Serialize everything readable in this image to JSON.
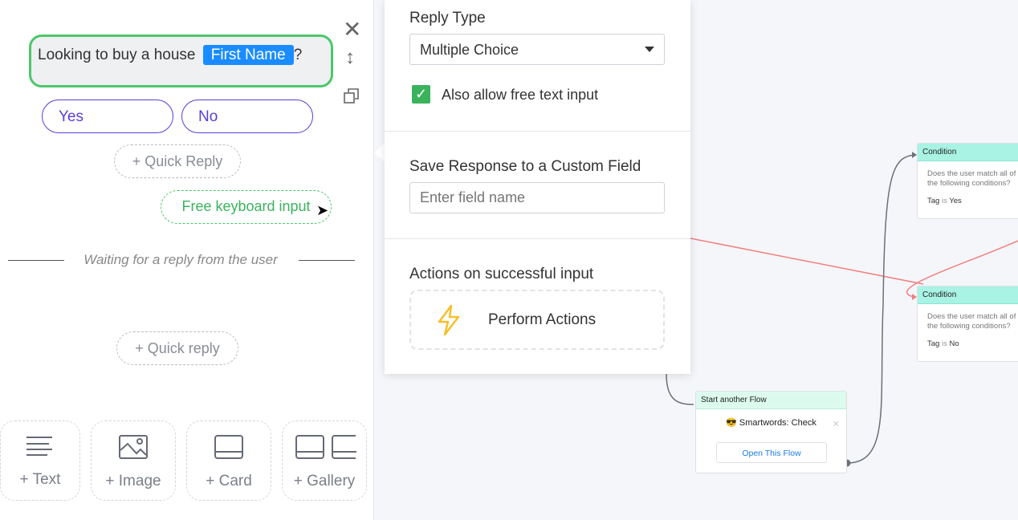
{
  "editor": {
    "message_text": "Looking to buy a house",
    "tag": "First Name",
    "suffix": "?",
    "replies": [
      "Yes",
      "No"
    ],
    "add_quick_reply": "+ Quick Reply",
    "free_input": "Free keyboard input",
    "waiting": "Waiting for a reply from the user",
    "add_quick_reply2": "+ Quick reply",
    "tiles": [
      {
        "label": "+ Text"
      },
      {
        "label": "+ Image"
      },
      {
        "label": "+ Card"
      },
      {
        "label": "+ Gallery"
      }
    ]
  },
  "panel": {
    "reply_type_label": "Reply Type",
    "reply_type_value": "Multiple Choice",
    "free_text_label": "Also allow free text input",
    "free_text_checked": true,
    "save_label": "Save Response to a Custom Field",
    "field_placeholder": "Enter field name",
    "actions_label": "Actions on successful input",
    "perform_actions": "Perform Actions"
  },
  "canvas": {
    "conditions": [
      {
        "title": "Condition",
        "question": "Does the user match all of the following conditions?",
        "rule_key": "Tag",
        "rule_op": "is",
        "rule_value": "Yes"
      },
      {
        "title": "Condition",
        "question": "Does the user match all of the following conditions?",
        "rule_key": "Tag",
        "rule_op": "is",
        "rule_value": "No"
      }
    ],
    "flow": {
      "title": "Start another Flow",
      "name": "😎 Smartwords: Check",
      "button": "Open This Flow"
    }
  }
}
